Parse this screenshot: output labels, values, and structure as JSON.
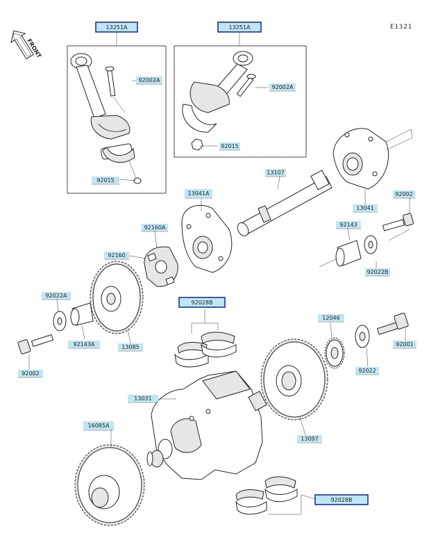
{
  "diagram_code": "E1321",
  "front_label": "FRONT",
  "parts": [
    {
      "key": "p13251A_1",
      "label": "13251A",
      "highlight": true
    },
    {
      "key": "p13251A_2",
      "label": "13251A",
      "highlight": true
    },
    {
      "key": "p92002A_1",
      "label": "92002A",
      "highlight": false
    },
    {
      "key": "p92002A_2",
      "label": "92002A",
      "highlight": false
    },
    {
      "key": "p92015_1",
      "label": "92015",
      "highlight": false
    },
    {
      "key": "p92015_2",
      "label": "92015",
      "highlight": false
    },
    {
      "key": "p13107",
      "label": "13107",
      "highlight": false
    },
    {
      "key": "p13041A",
      "label": "13041A",
      "highlight": false
    },
    {
      "key": "p13041",
      "label": "13041",
      "highlight": false
    },
    {
      "key": "p92002",
      "label": "92002",
      "highlight": false
    },
    {
      "key": "p92143",
      "label": "92143",
      "highlight": false
    },
    {
      "key": "p92022B",
      "label": "92022B",
      "highlight": false
    },
    {
      "key": "p92160A",
      "label": "92160A",
      "highlight": false
    },
    {
      "key": "p92160",
      "label": "92160",
      "highlight": false
    },
    {
      "key": "p92022A",
      "label": "92022A",
      "highlight": false
    },
    {
      "key": "p92143A",
      "label": "92143A",
      "highlight": false
    },
    {
      "key": "p13085",
      "label": "13085",
      "highlight": false
    },
    {
      "key": "p92002_b",
      "label": "92002",
      "highlight": false
    },
    {
      "key": "p92028B_1",
      "label": "92028B",
      "highlight": true
    },
    {
      "key": "p12046",
      "label": "12046",
      "highlight": false
    },
    {
      "key": "p92022",
      "label": "92022",
      "highlight": false
    },
    {
      "key": "p92001",
      "label": "92001",
      "highlight": false
    },
    {
      "key": "p13031",
      "label": "13031",
      "highlight": false
    },
    {
      "key": "p13097",
      "label": "13097",
      "highlight": false
    },
    {
      "key": "p16085A",
      "label": "16085A",
      "highlight": false
    },
    {
      "key": "p92028B_2",
      "label": "92028B",
      "highlight": true
    }
  ]
}
